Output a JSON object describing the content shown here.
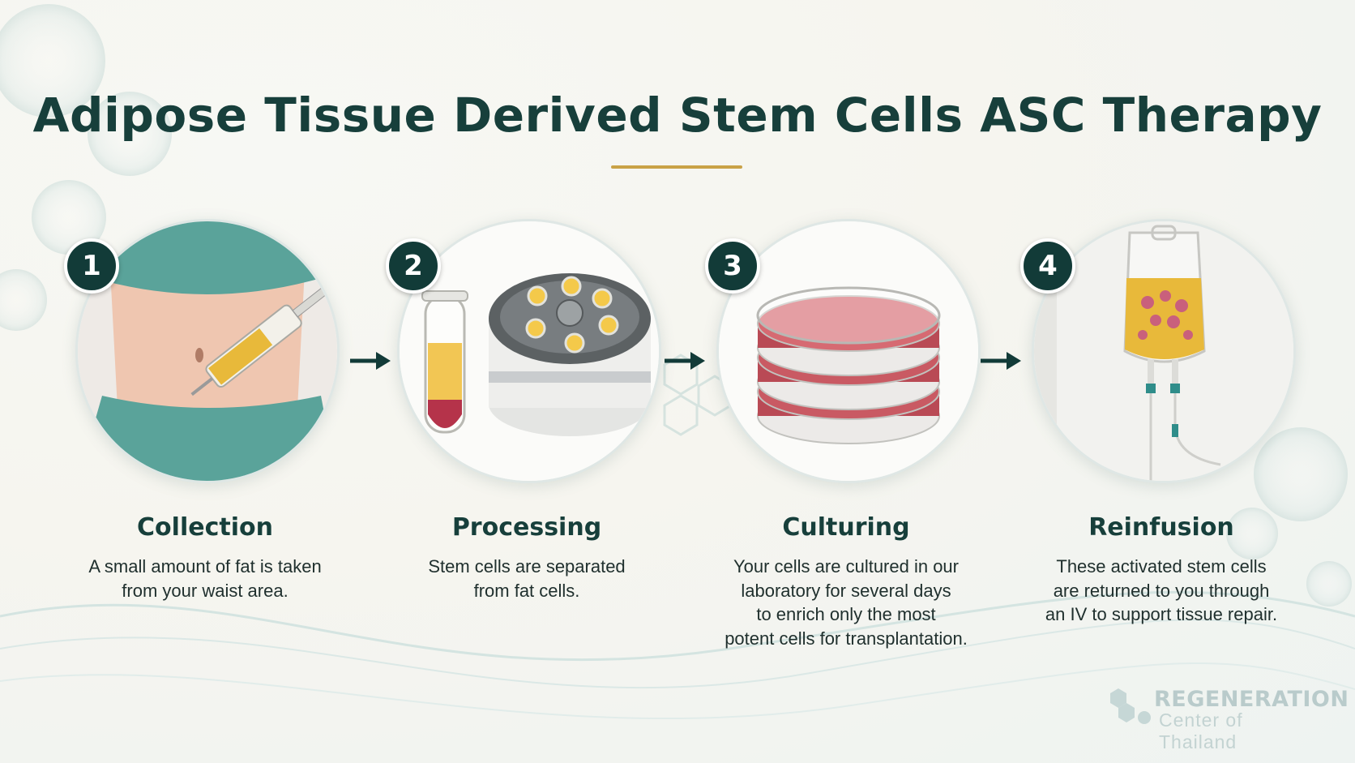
{
  "title": "Adipose Tissue  Derived Stem Cells ASC Therapy",
  "colors": {
    "accent": "#c9a247",
    "primary": "#173f3b",
    "badge": "#123b38"
  },
  "steps": [
    {
      "number": "1",
      "title": "Collection",
      "description": "A small amount of fat is taken\nfrom your waist area.",
      "icon": "abdomen-syringe-icon"
    },
    {
      "number": "2",
      "title": "Processing",
      "description": "Stem cells are separated\nfrom fat cells.",
      "icon": "centrifuge-icon"
    },
    {
      "number": "3",
      "title": "Culturing",
      "description": "Your cells are cultured in our\nlaboratory for several days\nto enrich only the most\npotent cells for transplantation.",
      "icon": "petri-dishes-icon"
    },
    {
      "number": "4",
      "title": "Reinfusion",
      "description": "These activated stem cells\nare returned to you through\nan IV to support tissue repair.",
      "icon": "iv-bag-icon"
    }
  ],
  "logo": {
    "line1": "REGENERATION",
    "line2": "Center of Thailand"
  }
}
